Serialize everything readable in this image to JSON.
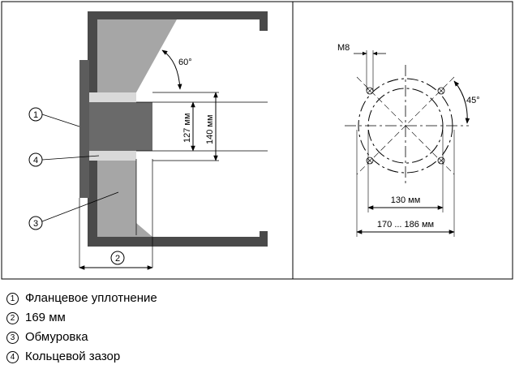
{
  "left_view": {
    "angle_label": "60°",
    "dim_127": "127 мм",
    "dim_140": "140 мм",
    "callouts": [
      "1",
      "4",
      "3",
      "2"
    ]
  },
  "right_view": {
    "thread_label": "M8",
    "angle_label": "45°",
    "dim_130": "130 мм",
    "dim_170_186": "170 ... 186 мм"
  },
  "legend": [
    {
      "num": "1",
      "text": "Фланцевое уплотнение"
    },
    {
      "num": "2",
      "text": "169 мм"
    },
    {
      "num": "3",
      "text": "Обмуровка"
    },
    {
      "num": "4",
      "text": "Кольцевой зазор"
    }
  ]
}
